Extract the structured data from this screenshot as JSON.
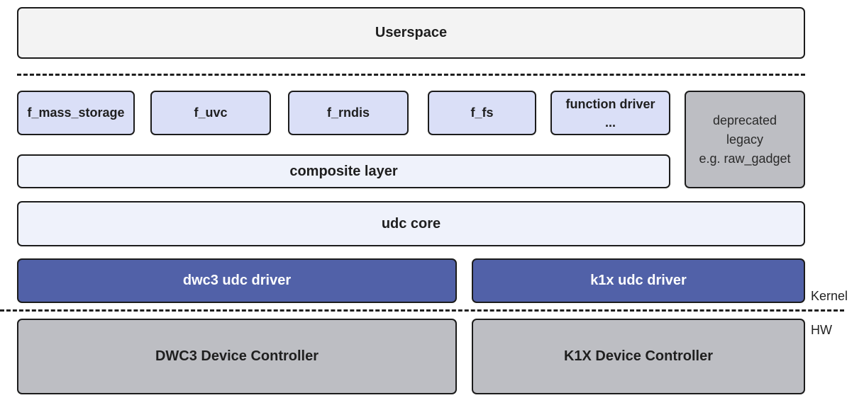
{
  "userspace": {
    "label": "Userspace"
  },
  "functions": [
    {
      "label": "f_mass_storage"
    },
    {
      "label": "f_uvc"
    },
    {
      "label": "f_rndis"
    },
    {
      "label": "f_fs"
    }
  ],
  "function_driver": {
    "line1": "function driver",
    "line2": "..."
  },
  "legacy": {
    "line1": "deprecated",
    "line2": "legacy",
    "line3": "e.g. raw_gadget"
  },
  "composite": {
    "label": "composite layer"
  },
  "udc_core": {
    "label": "udc core"
  },
  "drivers": [
    {
      "label": "dwc3 udc driver"
    },
    {
      "label": "k1x udc driver"
    }
  ],
  "controllers": [
    {
      "label": "DWC3 Device Controller"
    },
    {
      "label": "K1X Device Controller"
    }
  ],
  "layers": {
    "kernel": "Kernel",
    "hw": "HW"
  },
  "colors": {
    "userspace_fill": "#f3f3f3",
    "function_fill": "#dadff7",
    "core_fill": "#eff2fb",
    "legacy_fill": "#bdbec3",
    "driver_fill": "#5161a8",
    "controller_fill": "#bdbec3"
  }
}
